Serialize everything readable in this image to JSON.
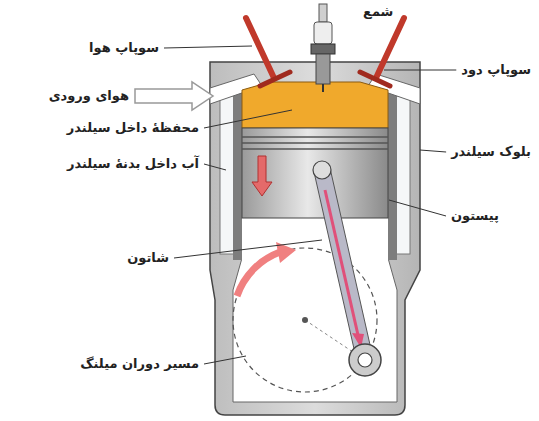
{
  "diagram": {
    "labels": [
      "شمع",
      "سوپاپ هوا",
      "سوپاپ دود",
      "هوای ورودی",
      "محفظهٔ داخل سیلندر",
      "بلوک سیلندر",
      "آب داخل بدنهٔ سیلندر",
      "پیستون",
      "شاتون",
      "مسیر دوران میلنگ"
    ]
  }
}
